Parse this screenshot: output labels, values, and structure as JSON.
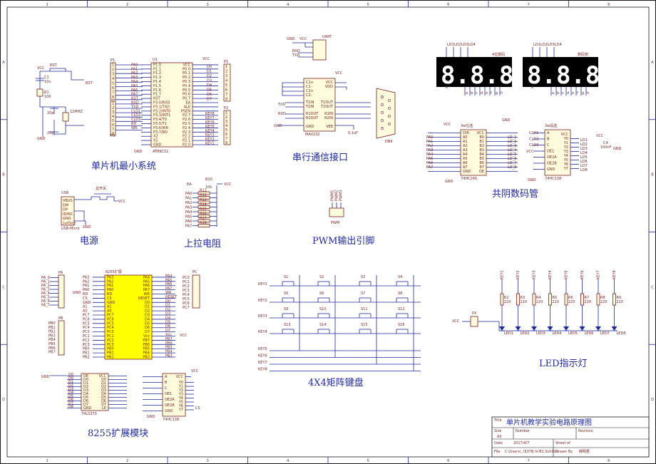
{
  "sheet": {
    "col_numbers": [
      "1",
      "2",
      "3",
      "4",
      "5",
      "6",
      "7",
      "8"
    ],
    "row_letters": [
      "A",
      "B",
      "C",
      "D"
    ]
  },
  "sections": {
    "mcu_min": "单片机最小系统",
    "serial": "串行通信接口",
    "display": "共阴数码管",
    "power": "电源",
    "pullup": "上拉电阻",
    "pwm": "PWM输出引脚",
    "keypad": "4X4矩阵键盘",
    "led": "LED指示灯",
    "ext8255": "8255扩展模块"
  },
  "components": {
    "mcu_ref": "U1",
    "mcu_part": "AT89C52",
    "mcu_pins_left": [
      "P1.0",
      "P1.1",
      "P1.2",
      "P1.3",
      "P1.4",
      "P1.5",
      "P1.6",
      "P1.7",
      "RST",
      "P3.0/RXD",
      "P3.1/TXD",
      "P3.2/INT0",
      "P3.3/INT1",
      "P3.4/T0",
      "P3.5/T1",
      "P3.6/WR",
      "P3.7/RD",
      "X2",
      "X1",
      "GND"
    ],
    "mcu_pins_right": [
      "VCC",
      "P0.0",
      "P0.1",
      "P0.2",
      "P0.3",
      "P0.4",
      "P0.5",
      "P0.6",
      "P0.7",
      "EA",
      "ALE",
      "PSEN",
      "P2.7",
      "P2.6",
      "P2.5",
      "P2.4",
      "P2.3",
      "P2.2",
      "P2.1",
      "P2.0"
    ],
    "max232_ref": "MAX232",
    "max232_pins_left": [
      "C1+",
      "C1-",
      "C2+",
      "C2-",
      "T1IN",
      "T2IN",
      "R1OUT",
      "R2OUT",
      "GND"
    ],
    "max232_pins_right": [
      "VCC",
      "VDD",
      "",
      "",
      "T1OUT",
      "T2OUT",
      "R1IN",
      "R2IN",
      "VEE"
    ],
    "db9_ref": "DB9",
    "uart_ref": "UART",
    "chip_8255": "8255扩展",
    "pins_8255_left": [
      "PA3",
      "PA2",
      "PA1",
      "PA0",
      "RD",
      "CS",
      "GND",
      "A1",
      "A0",
      "PC7",
      "PC6",
      "PC5",
      "PC4",
      "PC0",
      "PC1",
      "PC2",
      "PC3",
      "PB0",
      "PB1",
      "PB2"
    ],
    "pins_8255_right": [
      "PA4",
      "PA5",
      "PA6",
      "PA7",
      "WR",
      "RESET",
      "D0",
      "D1",
      "D2",
      "D3",
      "D4",
      "D5",
      "D6",
      "D7",
      "Vcc",
      "PB7",
      "PB6",
      "PB5",
      "PB4",
      "PB3"
    ],
    "hc245": "74HC245",
    "hc245_pins_left": [
      "DIR",
      "A0",
      "A1",
      "A2",
      "A3",
      "A4",
      "A5",
      "A6",
      "A7",
      "GND"
    ],
    "hc245_pins_right": [
      "VCC",
      "B0",
      "B1",
      "B2",
      "B3",
      "B4",
      "B5",
      "B6",
      "B7",
      "OE"
    ],
    "hc138": "74HC138",
    "hc138_pins": [
      "A",
      "B",
      "C",
      "OE1",
      "OE2A",
      "OE2B",
      "GND"
    ],
    "ls373": "74LS373",
    "ls373_pins_left": [
      "OE",
      "D0",
      "D1",
      "D2",
      "D3",
      "D4",
      "D5",
      "D6",
      "D7",
      "GND"
    ],
    "ls373_pins_right": [
      "VCC",
      "Q0",
      "Q1",
      "Q2",
      "Q3",
      "Q4",
      "Q5",
      "Q6",
      "Q7",
      "LE"
    ],
    "usb_ref": "USB",
    "usb_part": "USB-Micro",
    "usb_pins": [
      "VBUS",
      "DM",
      "DP",
      "ID/NC",
      "GND",
      "surface"
    ],
    "switch_label": "总开关",
    "crystal_label": "12MHZ",
    "rst_label": "RST",
    "res_r1": "R1",
    "res_r1_val": "10K",
    "cap_20pf": "20p",
    "cap_c1": "C1",
    "cap_c1_val": "10u",
    "cap_c4": "C4",
    "cap_c4_val": "100nF",
    "cap_01": "0.1uF",
    "pwm_ref": "PWM",
    "pwm_pins": [
      "PWM1",
      "PWM2",
      "PWM3"
    ],
    "rpack_ref": "R10",
    "rpack_val": "10k",
    "px_ref": "PX"
  },
  "nets": {
    "vcc": "VCC",
    "gnd": "GND",
    "txd": "TXD",
    "rxd": "RXD",
    "keys": [
      "KEY1",
      "KEY2",
      "KEY3",
      "KEY4",
      "KEY5",
      "KEY6",
      "KEY7",
      "KEY8"
    ],
    "pa": [
      "PA_0",
      "PA_1",
      "PA_2",
      "PA_3",
      "PA_4",
      "PA_5",
      "PA_6",
      "PA_7"
    ],
    "pb": [
      "PB0",
      "PB1",
      "PB2",
      "PB3",
      "PB4",
      "PB5",
      "PB6",
      "PB7"
    ],
    "pc": [
      "PC0",
      "PC1",
      "PC2",
      "PC3"
    ],
    "ld": [
      "LD_1",
      "LD_2",
      "LD_3",
      "LD_4",
      "LD_5",
      "LD_6",
      "LD_7",
      "LD_8"
    ],
    "cld": [
      "CLD1",
      "CLD2",
      "CLD3"
    ],
    "ea": "EA",
    "p1": "P1",
    "p2": "P2",
    "p3": "P3",
    "pb_hdr": "PB",
    "pc_hdr": "PC",
    "pa_hdr": "PA"
  },
  "keypad_switches": [
    "S1",
    "S2",
    "S3",
    "S4",
    "S5",
    "S6",
    "S7",
    "S8",
    "S9",
    "S10",
    "S11",
    "S12",
    "S13",
    "S14",
    "S15",
    "S16"
  ],
  "leds": [
    "LED1",
    "LED2",
    "LED3",
    "LED4",
    "LED5",
    "LED6",
    "LED7",
    "LED8"
  ],
  "led_resistors": [
    "R2",
    "R3",
    "R4",
    "R5",
    "R6",
    "R7",
    "R8",
    "R9"
  ],
  "led_res_value": "220",
  "display": {
    "digits_text": "8.8.8.8.",
    "label1": "4位数码",
    "label2": "数码管",
    "seg_letters": "K",
    "hc_label": "3w位选",
    "seg_sel": "3w段选"
  },
  "title_block": {
    "title_label": "Title",
    "title_value": "单片机教学实验电路原理图",
    "size_label": "Size",
    "size_value": "A3",
    "number_label": "Number",
    "revision_label": "Revision",
    "date_label": "Date",
    "date_value": "2017/4/7",
    "sheet_label": "Sheet  of",
    "file_label": "File",
    "file_value": "C:\\Users\\..\\5378.\\V-B1.SchDoc",
    "drawn_label": "Drawn By",
    "drawn_value": "韩明君"
  }
}
